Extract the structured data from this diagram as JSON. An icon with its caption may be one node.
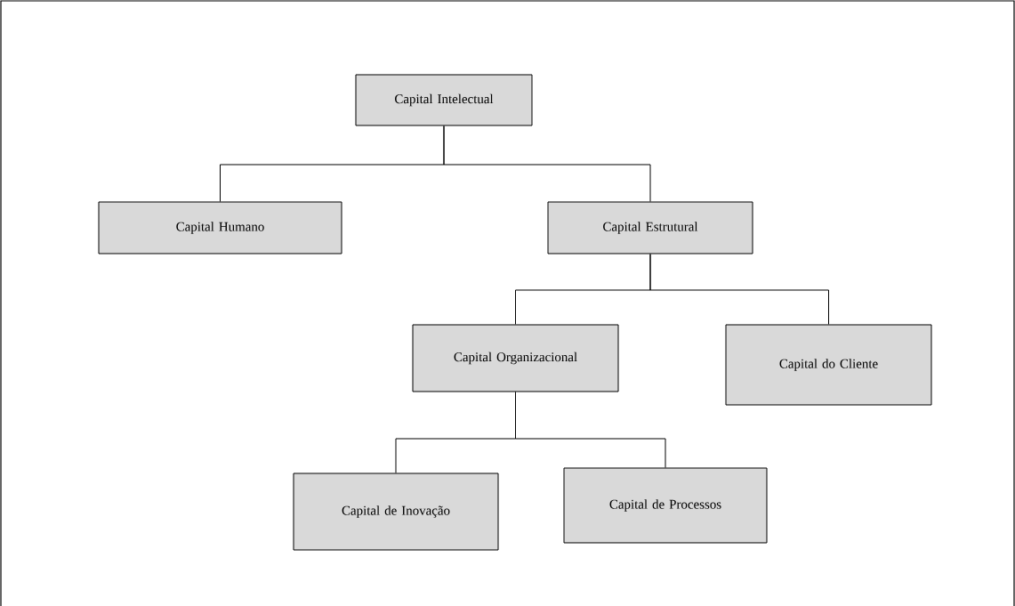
{
  "diagram": {
    "nodes": [
      {
        "text": [
          "Capital Intelectual"
        ]
      },
      {
        "text": [
          "Capital Humano"
        ]
      },
      {
        "text": [
          "Capital Estrutural"
        ]
      },
      {
        "text": [
          "Capital Organizacional"
        ]
      },
      {
        "text": [
          "Capital do Cliente"
        ]
      },
      {
        "text": [
          "Capital de Inovação"
        ]
      },
      {
        "text": [
          "Capital de Processos"
        ]
      }
    ],
    "edges": [
      {
        "from": 0,
        "to": 1,
        "arrow": "none"
      },
      {
        "from": 0,
        "to": 2,
        "arrow": "none"
      },
      {
        "from": 2,
        "to": 3,
        "arrow": "none"
      },
      {
        "from": 2,
        "to": 4,
        "arrow": "none"
      },
      {
        "from": 3,
        "to": 5,
        "arrow": "none"
      },
      {
        "from": 3,
        "to": 6,
        "arrow": "none"
      }
    ]
  }
}
